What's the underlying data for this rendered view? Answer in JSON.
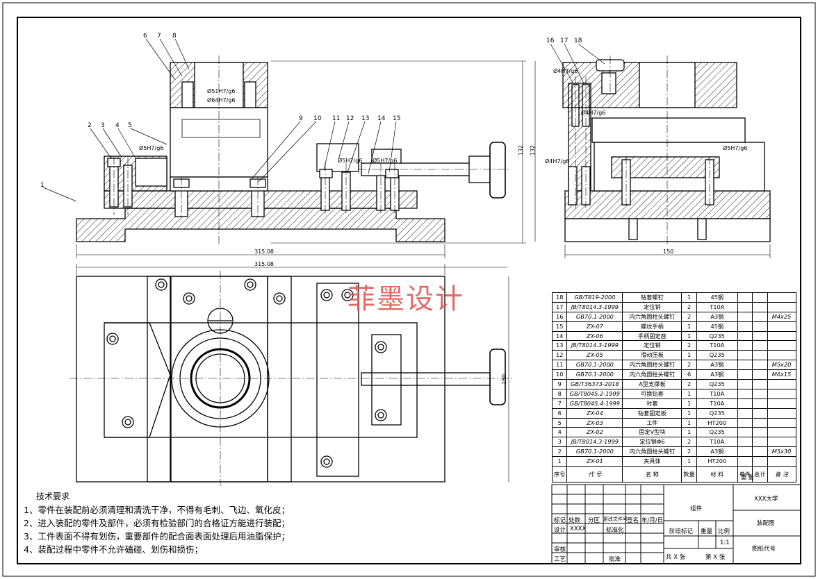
{
  "watermark": "菲墨设计",
  "front_view": {
    "callouts": [
      "1",
      "2",
      "3",
      "4",
      "5",
      "6",
      "7",
      "8",
      "9",
      "10",
      "11",
      "12",
      "13",
      "14",
      "15"
    ],
    "fits": {
      "d51": "Ø51H7/g6",
      "d64": "Ø64H7/g6",
      "d5a": "Ø5H7/g6",
      "d5b": "Ø5H7/g6",
      "d5c": "Ø5H7/g6"
    },
    "dim_height": "132",
    "dim_width": "315.08"
  },
  "side_view": {
    "callouts": [
      "16",
      "17",
      "18"
    ],
    "fits": {
      "d4a": "Ø4H7/g6",
      "d4b": "Ø4H7/g6",
      "d4c": "Ø4H7/g6",
      "d5": "Ø5H7/g6"
    },
    "dim_height": "132",
    "dim_width": "150"
  },
  "plan_view": {
    "dim_width": "315.08",
    "dim_height": "150"
  },
  "bom": {
    "rows": [
      [
        "18",
        "GB/T819-2000",
        "钻套螺钉",
        "1",
        "45钢",
        "",
        "",
        ""
      ],
      [
        "17",
        "JB/T8014.3-1999",
        "定位销",
        "2",
        "T10A",
        "",
        "",
        ""
      ],
      [
        "16",
        "GB70.1-2000",
        "内六角圆柱头螺钉",
        "2",
        "A3钢",
        "",
        "",
        "M4x25"
      ],
      [
        "15",
        "ZX-07",
        "螺纹手柄",
        "1",
        "45钢",
        "",
        "",
        ""
      ],
      [
        "14",
        "ZX-06",
        "手柄固定座",
        "1",
        "Q235",
        "",
        "",
        ""
      ],
      [
        "13",
        "JB/T8014.3-1999",
        "定位销",
        "2",
        "T10A",
        "",
        "",
        ""
      ],
      [
        "12",
        "ZX-05",
        "滑动压板",
        "1",
        "Q235",
        "",
        "",
        ""
      ],
      [
        "11",
        "GB70.1-2000",
        "内六角圆柱头螺钉",
        "2",
        "A3钢",
        "",
        "",
        "M5x20"
      ],
      [
        "10",
        "GB70.1-2000",
        "内六角圆柱头螺钉",
        "6",
        "A3钢",
        "",
        "",
        "M6x15"
      ],
      [
        "9",
        "GB/T36373-2018",
        "A型支撑板",
        "2",
        "Q235",
        "",
        "",
        ""
      ],
      [
        "8",
        "GB/T8045.2-1999",
        "可换钻套",
        "1",
        "T10A",
        "",
        "",
        ""
      ],
      [
        "7",
        "GB/T8045.4-1999",
        "衬套",
        "1",
        "T10A",
        "",
        "",
        ""
      ],
      [
        "6",
        "ZX-04",
        "钻套固定板",
        "1",
        "Q235",
        "",
        "",
        ""
      ],
      [
        "5",
        "ZX-03",
        "工件",
        "1",
        "HT200",
        "",
        "",
        ""
      ],
      [
        "4",
        "ZX-02",
        "固定V型块",
        "1",
        "Q235",
        "",
        "",
        ""
      ],
      [
        "3",
        "JB/T8014.3-1999",
        "定位销Φ6",
        "2",
        "T10A",
        "",
        "",
        ""
      ],
      [
        "2",
        "GB70.1-2000",
        "内六角圆柱头螺钉",
        "2",
        "A3钢",
        "",
        "",
        "M5x30"
      ],
      [
        "1",
        "ZX-01",
        "夹具体",
        "1",
        "HT200",
        "",
        "",
        ""
      ]
    ],
    "header": [
      "序号",
      "代 号",
      "名 称",
      "数量",
      "材 料",
      "单件",
      "总计",
      "备 注"
    ],
    "header_weight": "重 量"
  },
  "title_block": {
    "group": "组件",
    "university": "XXX大学",
    "drawing_name": "装配图",
    "drawing_code": "图纸代号",
    "stage_mark": "阶段标记",
    "weight": "重量",
    "scale": "比例",
    "scale_value": "1:1",
    "sheet_total": "共 X 张",
    "sheet_no": "第 X 张",
    "row_labels": [
      "标记",
      "处数",
      "分区",
      "更改文件号",
      "签名",
      "年/月/日"
    ],
    "design": "设计",
    "designer": "XXXX",
    "standardize": "标准化",
    "review": "审核",
    "process": "工艺",
    "approve": "批准"
  },
  "requirements": {
    "title": "技术要求",
    "items": [
      "1、零件在装配前必须清理和清洗干净，不得有毛刺、飞边、氧化皮；",
      "2、进入装配的零件及部件，必须有检验部门的合格证方能进行装配；",
      "3、工件表面不得有划伤，重要部件的配合面表面处理后用油脂保护；",
      "4、装配过程中零件不允许磕碰、划伤和损伤；"
    ]
  }
}
